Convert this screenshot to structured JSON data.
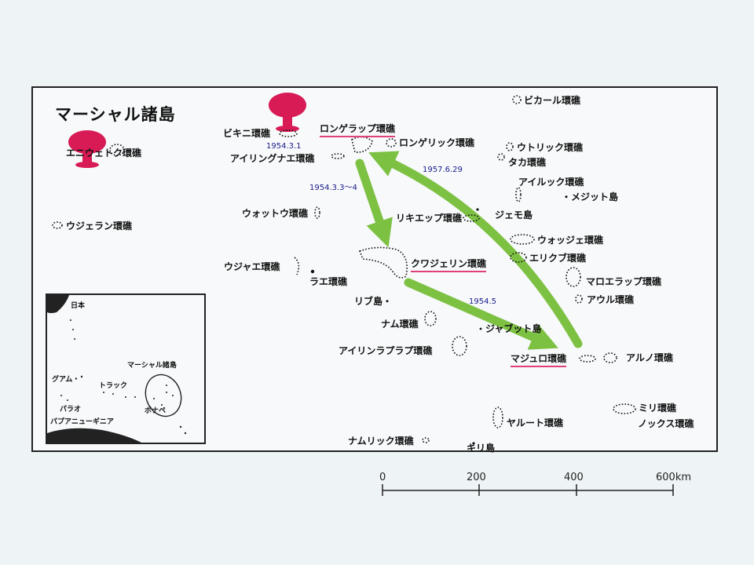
{
  "map": {
    "title": "マーシャル諸島",
    "labels": {
      "bikini": "ビキニ環礁",
      "enewetak": "エニウェトク環礁",
      "rongelap": "ロンゲラップ環礁",
      "rongerik": "ロンゲリック環礁",
      "ailinginae": "アイリングナエ環礁",
      "bikar": "ビカール環礁",
      "utirik": "ウトリック環礁",
      "taka": "タカ環礁",
      "ailuk": "アイルック環礁",
      "mejit": "・メジット島",
      "ujelang": "ウジェラン環礁",
      "wotho": "ウォットウ環礁",
      "likiep": "リキエップ環礁",
      "jemo": "ジェモ島",
      "wotje": "ウォッジェ環礁",
      "erikub": "エリクブ環礁",
      "kwajalein": "クワジェリン環礁",
      "ujae": "ウジャエ環礁",
      "lae": "ラエ環礁",
      "maloelap": "マロエラップ環礁",
      "aur": "アウル環礁",
      "lib": "リブ島・",
      "namu": "ナム環礁",
      "jabwot": "ジャブット島",
      "ailinglaplap": "アイリンラプラプ環礁",
      "majuro": "マジュロ環礁",
      "arno": "アルノ環礁",
      "mili": "ミリ環礁",
      "knox": "ノックス環礁",
      "jaluit": "ヤルート環礁",
      "namorik": "ナムリック環礁",
      "kili": "キリ島"
    },
    "dates": {
      "d1": "1954.3.1",
      "d2": "1954.3.3〜4",
      "d3": "1957.6.29",
      "d4": "1954.5"
    },
    "inset": {
      "japan": "日本",
      "guam": "グアム・",
      "truk": "トラック",
      "palau": "パラオ",
      "png": "パプアニューギニア",
      "marshall": "マーシャル諸島",
      "pohnpei": "ポナペ"
    },
    "scale": {
      "ticks": [
        "0",
        "200",
        "400",
        "600km"
      ]
    },
    "colors": {
      "cloud": "#d81a55",
      "arrow": "#7dc143",
      "underline": "#e2407a",
      "date_text": "#1a1a8c"
    }
  }
}
